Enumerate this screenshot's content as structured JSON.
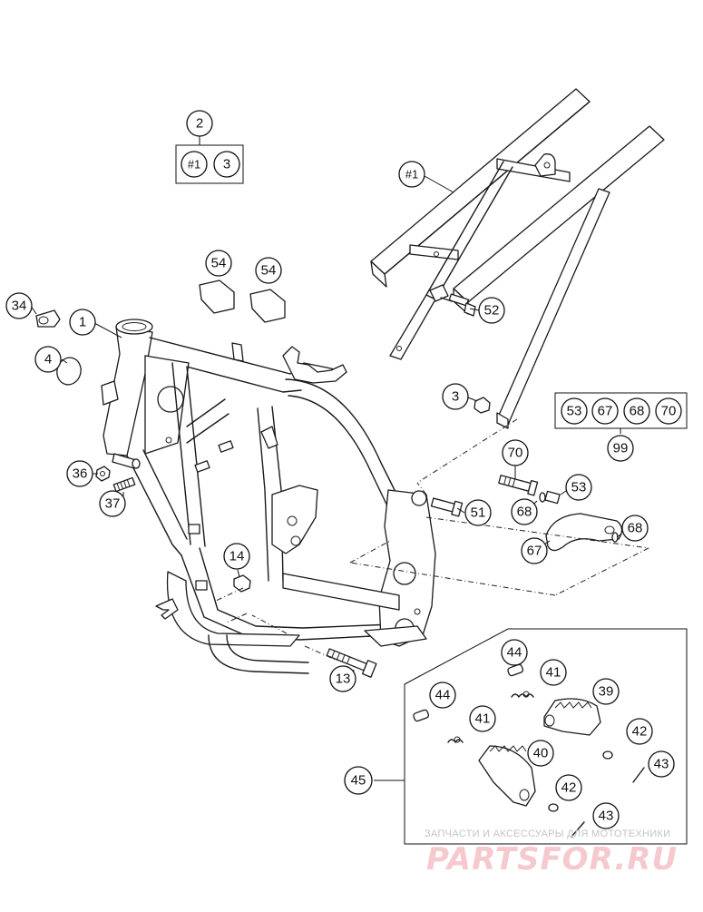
{
  "diagram": {
    "callouts": {
      "c1": "1",
      "c2": "2",
      "c_hash1_box": "#1",
      "c3_box": "3",
      "c_hash1_sub": "#1",
      "c54a": "54",
      "c54b": "54",
      "c34": "34",
      "c4": "4",
      "c52": "52",
      "c3": "3",
      "c53_box": "53",
      "c67_box": "67",
      "c68_box": "68",
      "c70_box": "70",
      "c99": "99",
      "c36": "36",
      "c37": "37",
      "c70": "70",
      "c53": "53",
      "c51": "51",
      "c68a": "68",
      "c68b": "68",
      "c67": "67",
      "c14": "14",
      "c13": "13",
      "c44a": "44",
      "c41a": "41",
      "c39": "39",
      "c44b": "44",
      "c41b": "41",
      "c42a": "42",
      "c40": "40",
      "c43a": "43",
      "c45": "45",
      "c42b": "42",
      "c43b": "43"
    }
  },
  "watermark": {
    "caption": "ЗАПЧАСТИ И АКСЕССУАРЫ ДЛЯ МОТОТЕХНИКИ",
    "logo_text": "PARTSFOR.RU"
  },
  "colors": {
    "line": "#1a1a1a",
    "background": "#ffffff",
    "watermark_logo": "#f6c9cf",
    "watermark_caption": "#c4c4c4"
  }
}
